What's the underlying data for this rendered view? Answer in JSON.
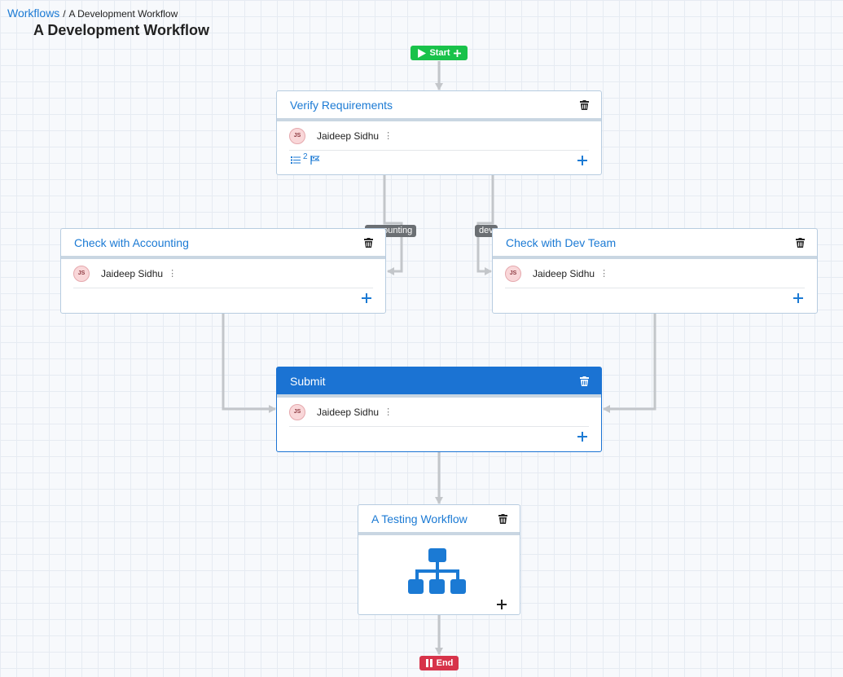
{
  "breadcrumb": {
    "parent": "Workflows",
    "separator": "/",
    "current": "A Development Workflow"
  },
  "page_title": "A Development Workflow",
  "start_label": "Start",
  "end_label": "End",
  "edge_labels": {
    "accounting": "accounting",
    "dev": "dev"
  },
  "nodes": {
    "verify": {
      "title": "Verify Requirements",
      "assignee_initials": "JS",
      "assignee_name": "Jaideep Sidhu",
      "checklist_count": "2",
      "kebab": "⋮"
    },
    "accounting": {
      "title": "Check with Accounting",
      "assignee_initials": "JS",
      "assignee_name": "Jaideep Sidhu",
      "kebab": "⋮"
    },
    "dev": {
      "title": "Check with Dev Team",
      "assignee_initials": "JS",
      "assignee_name": "Jaideep Sidhu",
      "kebab": "⋮"
    },
    "submit": {
      "title": "Submit",
      "assignee_initials": "JS",
      "assignee_name": "Jaideep Sidhu",
      "kebab": "⋮"
    },
    "testing": {
      "title": "A Testing Workflow",
      "icon": "sitemap-icon"
    }
  },
  "colors": {
    "accent": "#1b7ad4",
    "active_header": "#1b73d3",
    "start": "#19c24a",
    "end": "#d7334a",
    "edge": "#c3c6ca",
    "edge_label_bg": "#6b6f73"
  }
}
